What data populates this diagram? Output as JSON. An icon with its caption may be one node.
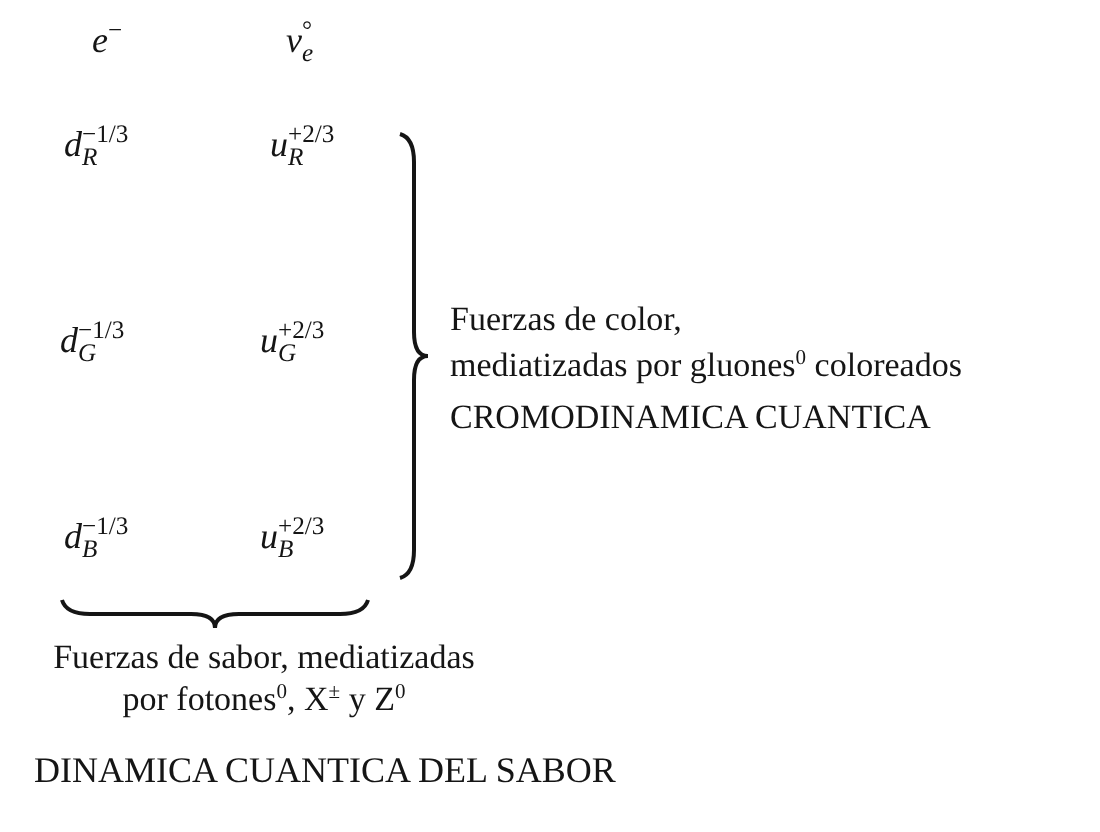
{
  "diagram": {
    "labels": [
      "e$^{−}$",
      "ν$_{e}$$^{°}$",
      "d$_{R}$$^{−1/3}$",
      "u$_{R}$$^{+2/3}$",
      "d$_{G}$$^{−1/3}$",
      "u$_{G}$$^{+2/3}$",
      "Fuerzas de color,",
      "mediatizadas por gluones$^{0}$ coloreados",
      "CROMODINAMICA CUANTICA",
      "d$_{B}$$^{−1/3}$",
      "u$_{B}$$^{+2/3}$",
      "Fuerzas de sabor, mediatizadas por fotones$^{0}$, X$^{±}$ y Z$^{0}$",
      "DINAMICA CUANTICA DEL SABOR"
    ]
  }
}
